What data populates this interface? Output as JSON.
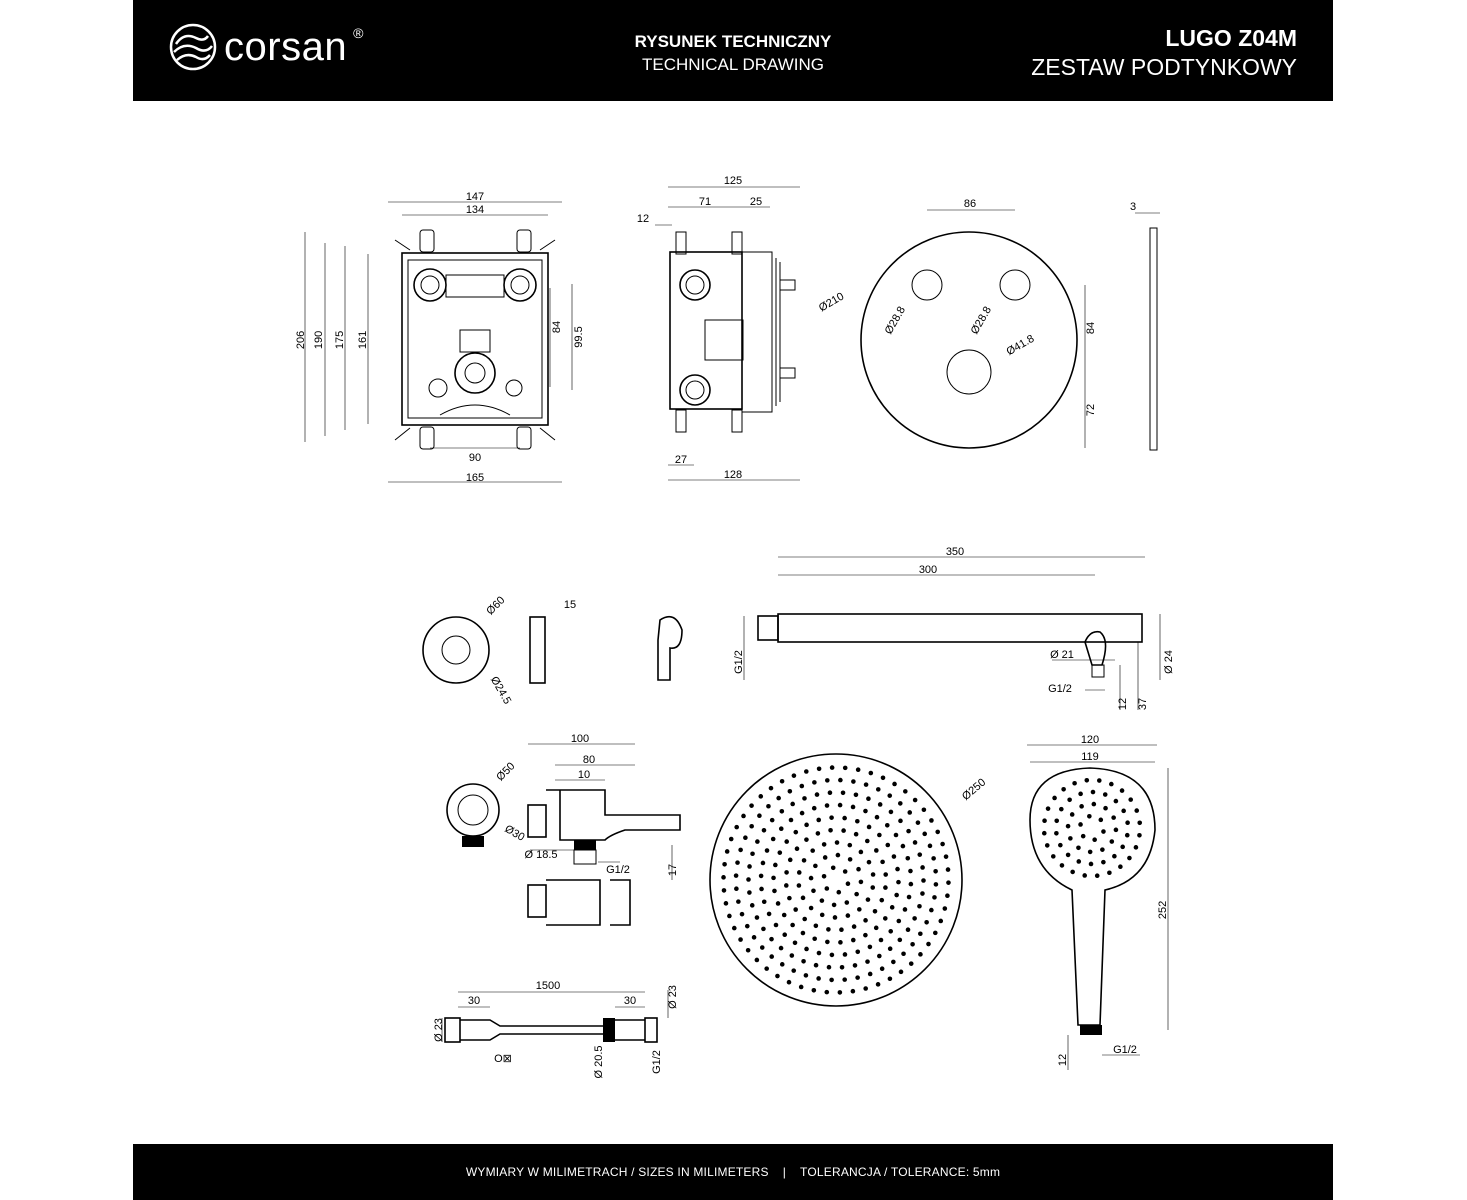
{
  "header": {
    "brand": "corsan",
    "brand_mark": "®",
    "title_pl": "RYSUNEK TECHNICZNY",
    "title_en": "TECHNICAL DRAWING",
    "product_code": "LUGO Z04M",
    "product_name": "ZESTAW PODTYNKOWY"
  },
  "footer": {
    "sizes": "WYMIARY W MILIMETRACH / SIZES IN MILIMETERS",
    "separator": "|",
    "tolerance": "TOLERANCJA / TOLERANCE: 5mm"
  },
  "colors": {
    "bar": "#000000",
    "ink": "#000000",
    "paper": "#ffffff"
  },
  "dims": {
    "box_front": {
      "w147": "147",
      "w134": "134",
      "h206": "206",
      "h190": "190",
      "h175": "175",
      "h161": "161",
      "h84": "84",
      "h99_5": "99.5",
      "w90": "90",
      "w165": "165"
    },
    "box_side": {
      "w125": "125",
      "w71": "71",
      "w25": "25",
      "w12": "12",
      "w27": "27",
      "w128": "128"
    },
    "plate": {
      "w86": "86",
      "d210": "Ø210",
      "d28_8a": "Ø28.8",
      "d28_8b": "Ø28.8",
      "d41_8": "Ø41.8",
      "h84": "84",
      "h72": "72",
      "t3": "3"
    },
    "rosette": {
      "d60": "Ø60",
      "t15": "15",
      "d24_5": "Ø24.5"
    },
    "arm": {
      "l350": "350",
      "l300": "300",
      "g12a": "G1/2",
      "d21": "Ø 21",
      "g12b": "G1/2",
      "d24": "Ø 24",
      "h12": "12",
      "h37": "37"
    },
    "holder": {
      "l100": "100",
      "l80": "80",
      "l10": "10",
      "d50": "Ø50",
      "d30": "Ø30",
      "d18_5": "Ø 18.5",
      "g12": "G1/2",
      "h17": "17"
    },
    "head": {
      "d250": "Ø250"
    },
    "hand": {
      "w120": "120",
      "w119": "119",
      "h252": "252",
      "h12": "12",
      "g12": "G1/2"
    },
    "hose": {
      "l1500": "1500",
      "l30a": "30",
      "l30b": "30",
      "d23a": "Ø 23",
      "d23b": "Ø 23",
      "sym": "O⊠",
      "d20_5": "Ø 20.5",
      "g12": "G1/2"
    }
  }
}
